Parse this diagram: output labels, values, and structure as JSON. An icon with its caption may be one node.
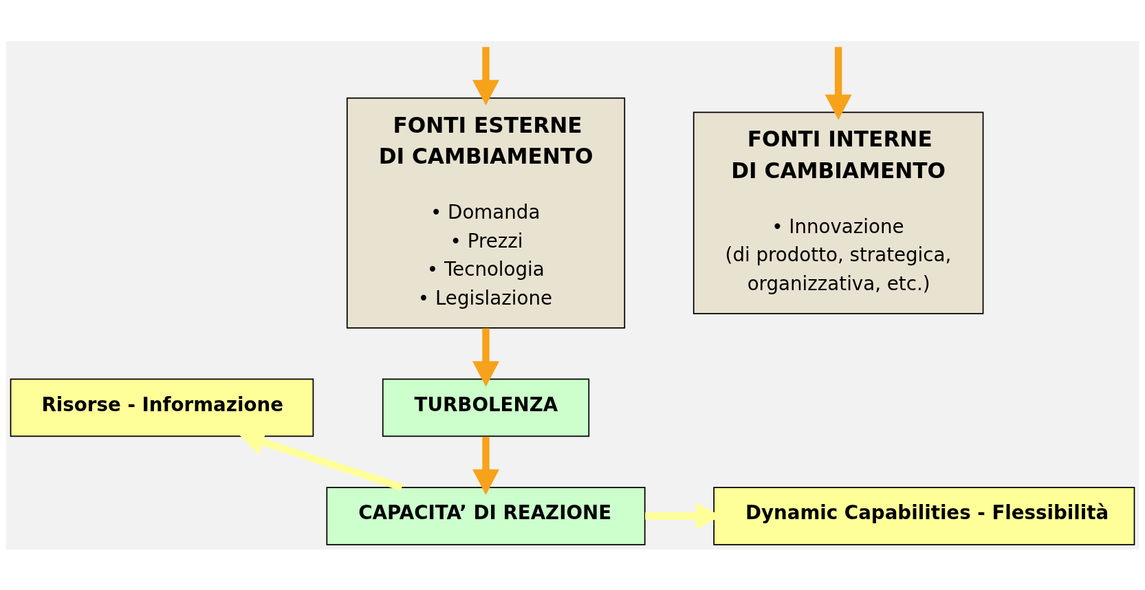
{
  "diagram": {
    "nodes": [
      {
        "text": [
          "FONTI ESTERNE DI CAMBIAMENTO",
          "• Domanda",
          "• Prezzi",
          "• Tecnologia",
          "• Legislazione"
        ]
      },
      {
        "text": [
          "FONTI INTERNE DI CAMBIAMENTO",
          "• Innovazione",
          "(di prodotto, strategica, organizzativa, etc.)"
        ]
      },
      {
        "text": [
          "TURBOLENZA"
        ]
      },
      {
        "text": [
          "CAPACITA’ DI REAZIONE"
        ]
      },
      {
        "text": [
          "Risorse - Informazione"
        ]
      },
      {
        "text": [
          "Dynamic Capabilities - Flessibilità"
        ]
      }
    ],
    "edges": [
      {
        "from": null,
        "to": 0,
        "arrow": "to"
      },
      {
        "from": null,
        "to": 1,
        "arrow": "to"
      },
      {
        "from": 0,
        "to": 2,
        "arrow": "to"
      },
      {
        "from": 2,
        "to": 3,
        "arrow": "to"
      },
      {
        "from": 3,
        "to": 4,
        "arrow": "to",
        "color": "#ffff99"
      },
      {
        "from": 3,
        "to": 5,
        "arrow": "to",
        "color": "#ffff99"
      }
    ]
  }
}
